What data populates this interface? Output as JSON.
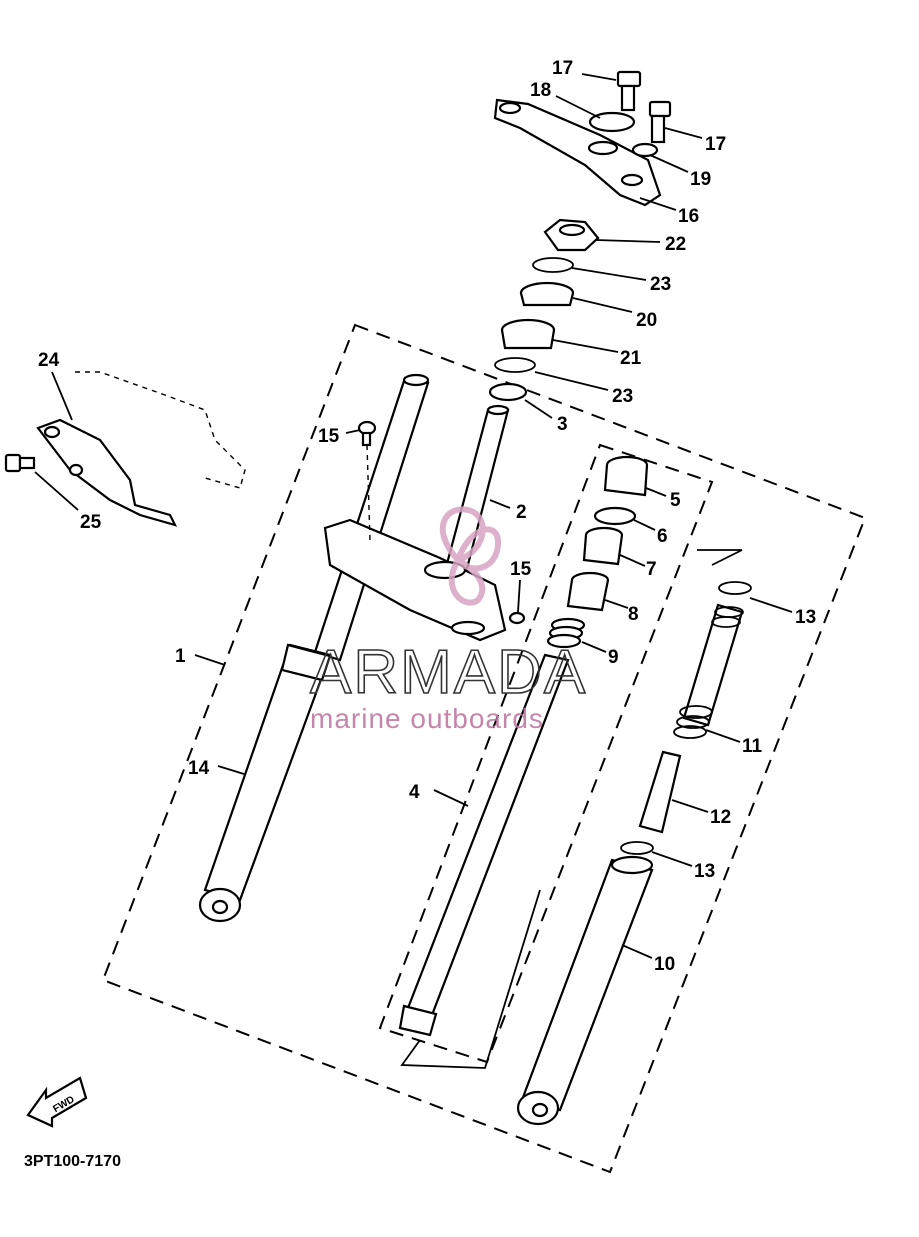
{
  "diagram_code": "3PT100-7170",
  "fwd_label": "FWD",
  "watermark": {
    "brand": "ARMADA",
    "tagline": "marine outboards",
    "color": "#c07aa3"
  },
  "callouts": [
    {
      "label": "1"
    },
    {
      "label": "2"
    },
    {
      "label": "3"
    },
    {
      "label": "4"
    },
    {
      "label": "5"
    },
    {
      "label": "6"
    },
    {
      "label": "7"
    },
    {
      "label": "8"
    },
    {
      "label": "9"
    },
    {
      "label": "10"
    },
    {
      "label": "11"
    },
    {
      "label": "12"
    },
    {
      "label": "13"
    },
    {
      "label": "13"
    },
    {
      "label": "14"
    },
    {
      "label": "15"
    },
    {
      "label": "15"
    },
    {
      "label": "16"
    },
    {
      "label": "17"
    },
    {
      "label": "17"
    },
    {
      "label": "18"
    },
    {
      "label": "19"
    },
    {
      "label": "20"
    },
    {
      "label": "21"
    },
    {
      "label": "22"
    },
    {
      "label": "23"
    },
    {
      "label": "23"
    },
    {
      "label": "24"
    },
    {
      "label": "25"
    }
  ]
}
